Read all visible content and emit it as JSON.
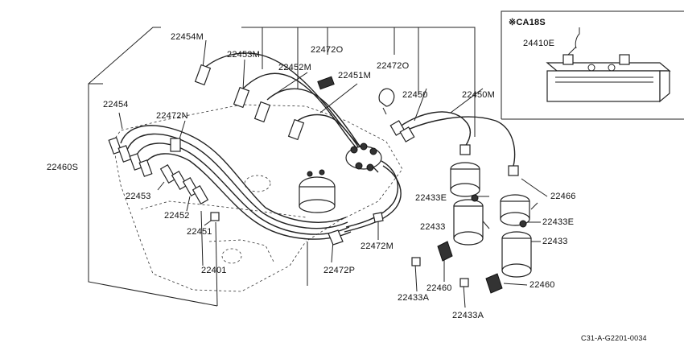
{
  "inset": {
    "title": "※CA18S",
    "label": "24410E"
  },
  "labels": {
    "p22454M": "22454M",
    "p22453M": "22453M",
    "p22472O_a": "22472O",
    "p22452M": "22452M",
    "p22451M": "22451M",
    "p22472O_b": "22472O",
    "p22450": "22450",
    "p22450M": "22450M",
    "p22454": "22454",
    "p22472N": "22472N",
    "p22460S": "22460S",
    "p22453": "22453",
    "p22452": "22452",
    "p22451": "22451",
    "p22401": "22401",
    "p22472P": "22472P",
    "p22472M": "22472M",
    "p22433E_a": "22433E",
    "p22466": "22466",
    "p22433_a": "22433",
    "p22433E_b": "22433E",
    "p22433_b": "22433",
    "p22460_a": "22460",
    "p22460_b": "22460",
    "p22433A_a": "22433A",
    "p22433A_b": "22433A",
    "ref": "C31-A-G2201-0034"
  }
}
